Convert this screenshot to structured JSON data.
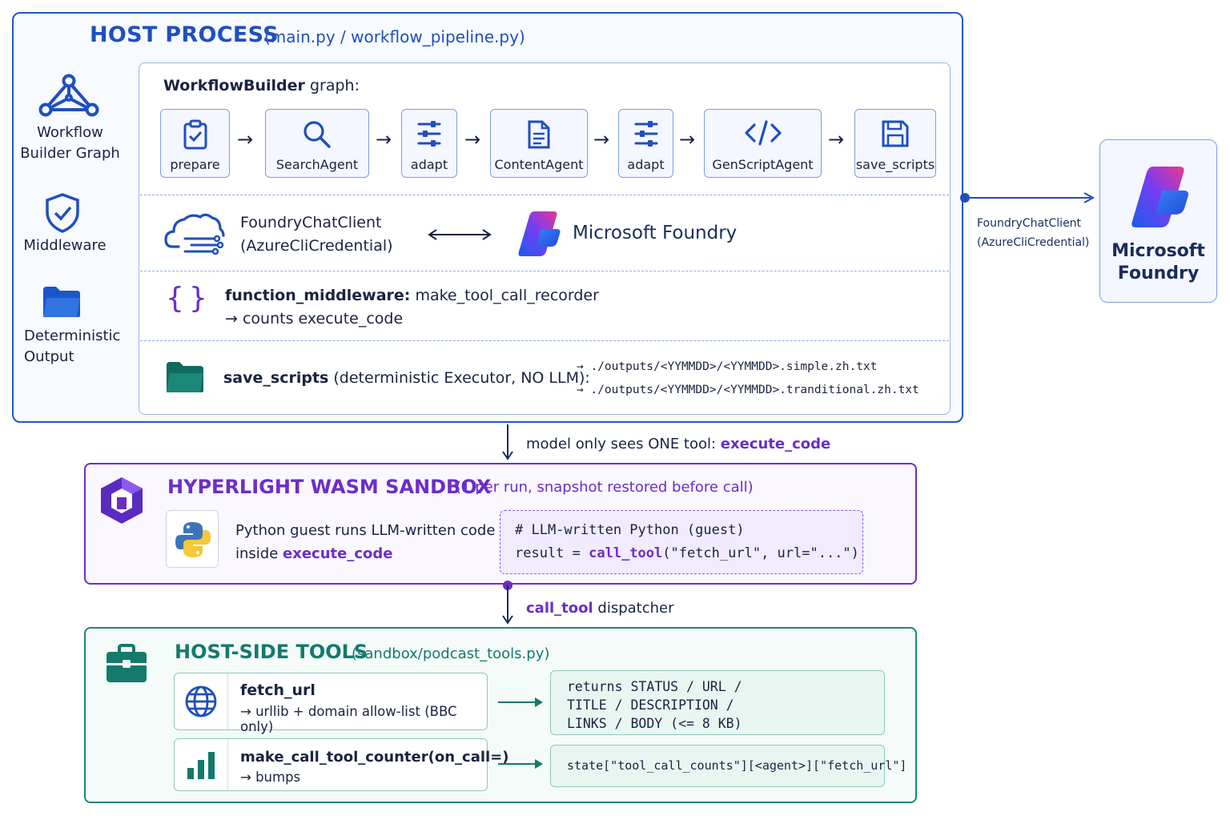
{
  "host": {
    "title": "HOST PROCESS",
    "subtitle": "(main.py / workflow_pipeline.py)",
    "side": {
      "graph_line1": "Workflow",
      "graph_line2": "Builder Graph",
      "middleware": "Middleware",
      "output_line1": "Deterministic",
      "output_line2": "Output"
    },
    "workflow": {
      "title_bold": "WorkflowBuilder",
      "title_rest": " graph:",
      "nodes": [
        {
          "label": "prepare",
          "icon": "clipboard-check-icon"
        },
        {
          "label": "SearchAgent",
          "icon": "search-icon"
        },
        {
          "label": "adapt",
          "icon": "sliders-icon"
        },
        {
          "label": "ContentAgent",
          "icon": "document-icon"
        },
        {
          "label": "adapt",
          "icon": "sliders-icon"
        },
        {
          "label": "GenScriptAgent",
          "icon": "code-icon"
        },
        {
          "label": "save_scripts",
          "icon": "save-icon"
        }
      ],
      "arrow": "→"
    },
    "client": {
      "line1": "FoundryChatClient",
      "line2": "(AzureCliCredential)",
      "foundry_label": "Microsoft Foundry"
    },
    "middleware_row": {
      "line1_bold": "function_middleware:",
      "line1_rest": " make_tool_call_recorder",
      "line2": "→ counts execute_code"
    },
    "save_row": {
      "bold": "save_scripts",
      "rest": " (deterministic Executor, NO LLM):",
      "path1": "./outputs/<YYMMDD>/<YYMMDD>.simple.zh.txt",
      "path2": "./outputs/<YYMMDD>/<YYMMDD>.tranditional.zh.txt",
      "arrow": "→"
    }
  },
  "external": {
    "edge_line1": "FoundryChatClient",
    "edge_line2": "(AzureCliCredential)",
    "label_line1": "Microsoft",
    "label_line2": "Foundry"
  },
  "edge_host_sandbox": {
    "text": "model only sees ONE tool: ",
    "tool": "execute_code"
  },
  "sandbox": {
    "title": "HYPERLIGHT WASM SANDBOX",
    "subtitle": "(1 per run, snapshot restored before call)",
    "guest_line1": "Python guest runs LLM-written code",
    "guest_line2_pre": "inside ",
    "guest_line2_tool": "execute_code",
    "code_line1": "# LLM-written Python (guest)",
    "code_line2_pre": "result = ",
    "code_line2_fn": "call_tool",
    "code_line2_post": "(\"fetch_url\", url=\"...\")"
  },
  "edge_sandbox_tools": {
    "fn": "call_tool",
    "text": " dispatcher"
  },
  "tools": {
    "title": "HOST-SIDE TOOLS",
    "subtitle": "(sandbox/podcast_tools.py)",
    "fetch": {
      "name": "fetch_url",
      "desc": "→ urllib + domain allow-list (BBC only)",
      "ret_line1": "returns STATUS / URL /",
      "ret_line2": "TITLE / DESCRIPTION /",
      "ret_line3": "LINKS / BODY (<= 8 KB)"
    },
    "counter": {
      "name": "make_call_tool_counter(on_call=)",
      "desc": "→ bumps",
      "ret": "state[\"tool_call_counts\"][<agent>][\"fetch_url\"]"
    }
  },
  "colors": {
    "host": "#1f4fbf",
    "sandbox": "#6b2ec7",
    "tools": "#137a6c"
  }
}
